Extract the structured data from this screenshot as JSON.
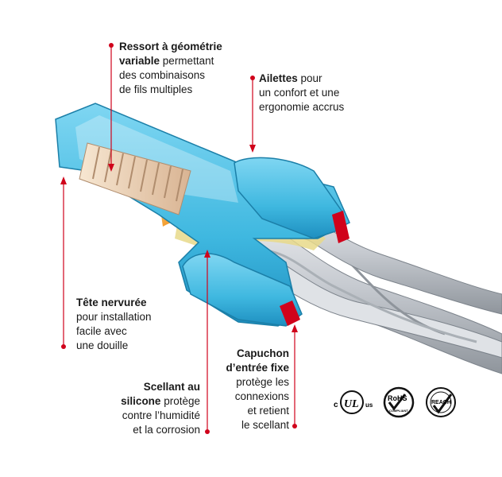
{
  "callouts": {
    "spring": {
      "bold": "Ressort à géométrie variable",
      "rest": "permettant des combinaisons de fils multiples",
      "lines": [
        [
          "Ressort à géométrie",
          ""
        ],
        [
          "variable",
          " permettant"
        ],
        [
          "",
          "des combinaisons"
        ],
        [
          "",
          "de fils multiples"
        ]
      ]
    },
    "fins": {
      "bold": "Ailettes",
      "rest": "pour un confort et une ergonomie accrus",
      "lines": [
        [
          "Ailettes",
          " pour"
        ],
        [
          "",
          "un confort et une"
        ],
        [
          "",
          "ergonomie accrus"
        ]
      ]
    },
    "head": {
      "bold": "Tête nervurée",
      "rest": "pour installation facile avec une douille",
      "lines": [
        [
          "Tête nervurée",
          ""
        ],
        [
          "",
          "pour installation"
        ],
        [
          "",
          "facile avec"
        ],
        [
          "",
          "une douille"
        ]
      ]
    },
    "sealant": {
      "bold": "Scellant au silicone",
      "rest": "protège contre l’humidité et la corrosion",
      "lines": [
        [
          "Scellant au",
          ""
        ],
        [
          "silicone",
          " protège"
        ],
        [
          "",
          "contre l’humidité"
        ],
        [
          "",
          "et la corrosion"
        ]
      ]
    },
    "cap": {
      "bold": "Capuchon d’entrée fixe",
      "rest": "protège les connexions et retient le scellant",
      "lines": [
        [
          "Capuchon",
          ""
        ],
        [
          "d’entrée fixe",
          ""
        ],
        [
          "",
          "protège les"
        ],
        [
          "",
          "connexions"
        ],
        [
          "",
          "et retient"
        ],
        [
          "",
          "le scellant"
        ]
      ]
    }
  },
  "logos": {
    "ul_left": "c",
    "ul_mark": "UL",
    "ul_right": "us",
    "rohs": "RoHS",
    "rohs_sub": "COMPLIANT",
    "reach": "REACH"
  },
  "colors": {
    "accent": "#d0021b",
    "cyan": "#3fb8e0",
    "cyan_dark": "#1e8fc0",
    "wire": "#c9cdd3",
    "copper": "#e8902a",
    "sealant": "#e8d98a"
  }
}
